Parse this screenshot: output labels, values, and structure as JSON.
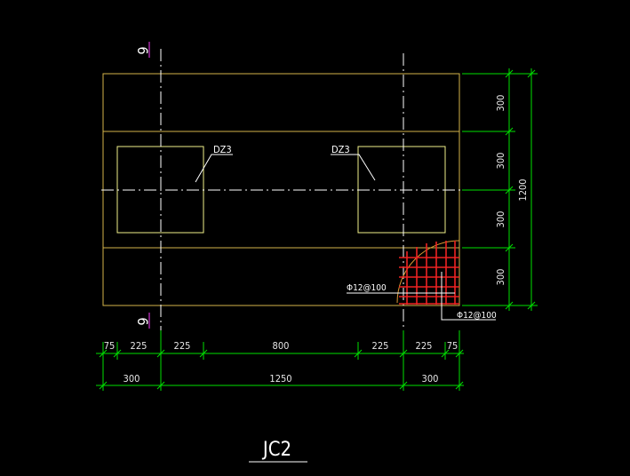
{
  "colors": {
    "background": "#000000",
    "outline": "#d4b44a",
    "column": "#f0f08a",
    "axis": "#ffffff",
    "axis_tag": "#cc33cc",
    "dimension": "#00e000",
    "dimension_text": "#e6e6e6",
    "rebar": "#ee2222",
    "rebar_arc": "#dd9933",
    "label": "#ffffff"
  },
  "axis_labels": {
    "top": "6",
    "bottom": "6"
  },
  "columns": {
    "left": "DZ3",
    "right": "DZ3"
  },
  "rebar_labels": {
    "inner": "Φ12@100",
    "outer": "Φ12@100"
  },
  "dimensions": {
    "right_segments": [
      "300",
      "300",
      "300",
      "300"
    ],
    "right_total": "1200",
    "bottom_detail": [
      "75",
      "225",
      "225",
      "800",
      "225",
      "225",
      "75"
    ],
    "bottom_summary": [
      "300",
      "1250",
      "300"
    ]
  },
  "drawing_title": "JC2"
}
